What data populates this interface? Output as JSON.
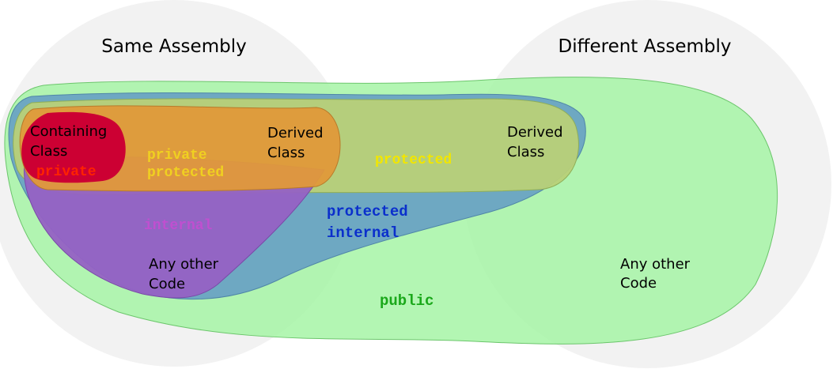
{
  "assemblies": {
    "same": "Same Assembly",
    "different": "Different Assembly"
  },
  "labels": {
    "containing_class": [
      "Containing",
      "Class"
    ],
    "derived_class_same": [
      "Derived",
      "Class"
    ],
    "derived_class_different": [
      "Derived",
      "Class"
    ],
    "any_other_code_same": [
      "Any other",
      "Code"
    ],
    "any_other_code_different": [
      "Any other",
      "Code"
    ]
  },
  "modifiers": {
    "private": "private",
    "private_protected": [
      "private",
      "protected"
    ],
    "protected": "protected",
    "internal": "internal",
    "protected_internal": [
      "protected",
      "internal"
    ],
    "public": "public"
  },
  "colors": {
    "assembly_circle": "#f2f2f2",
    "public": "#a6f5a6",
    "protected_internal": "#6aa3c3",
    "protected": "#b8d078",
    "internal": "#9561c4",
    "private_protected": "#e0993a",
    "private": "#cc0033",
    "private_text": "#ff2200",
    "private_protected_text": "#f0d020",
    "protected_text": "#f2e600",
    "internal_text": "#c04fd0",
    "protected_internal_text": "#0a2fcc",
    "public_text": "#1aa81a"
  }
}
